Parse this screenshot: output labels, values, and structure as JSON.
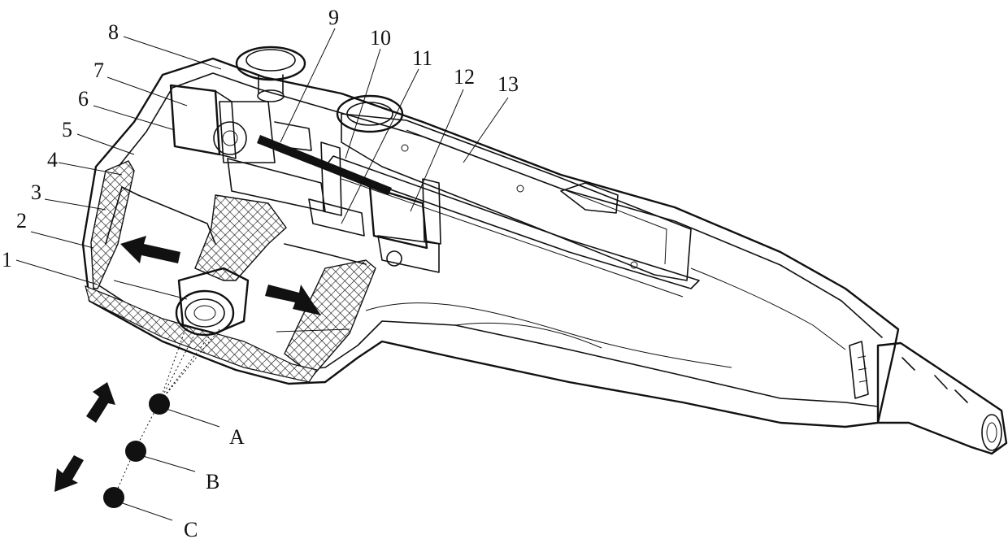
{
  "callouts": [
    "1",
    "2",
    "3",
    "4",
    "5",
    "6",
    "7",
    "8",
    "9",
    "10",
    "11",
    "12",
    "13"
  ],
  "focal_points": [
    "A",
    "B",
    "C"
  ]
}
